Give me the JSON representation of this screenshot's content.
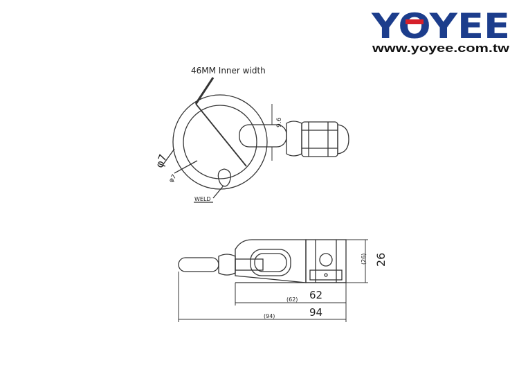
{
  "brand": {
    "logo_text": "YOYEE",
    "website": "www.yoyee.com.tw",
    "colors": {
      "logo_blue": "#1c3d8c",
      "logo_red": "#d6202a"
    }
  },
  "top_view": {
    "inner_width_label": "46MM Inner width",
    "outer_dia_label": "φ7",
    "wire_dia_label": "φ7",
    "pin_dia_label": "9.6",
    "weld_label": "WELD"
  },
  "side_view": {
    "height_ref": "(26)",
    "height_hand": "26",
    "body_ref": "(62)",
    "body_hand": "62",
    "total_ref": "(94)",
    "total_hand": "94"
  },
  "colors": {
    "line": "#333333"
  }
}
